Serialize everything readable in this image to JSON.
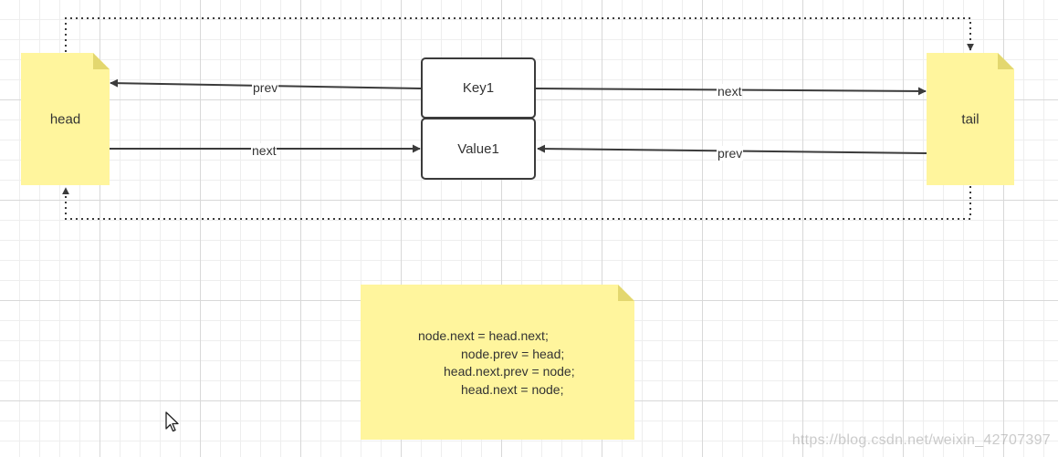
{
  "diagram": {
    "head_label": "head",
    "tail_label": "tail",
    "node": {
      "key": "Key1",
      "value": "Value1"
    },
    "edges": {
      "node_to_head_prev": "prev",
      "head_to_node_next": "next",
      "node_to_tail_next": "next",
      "tail_to_node_prev": "prev"
    },
    "code_note": {
      "lines": [
        "node.next = head.next;",
        "node.prev = head;",
        "head.next.prev = node;",
        "head.next = node;"
      ]
    }
  },
  "watermark": "https://blog.csdn.net/weixin_42707397",
  "colors": {
    "note_fill": "#fff59d",
    "note_fold": "#e3d76f",
    "edge_stroke": "#3b3b3b"
  },
  "icons": {
    "cursor": "mouse-pointer-icon"
  }
}
